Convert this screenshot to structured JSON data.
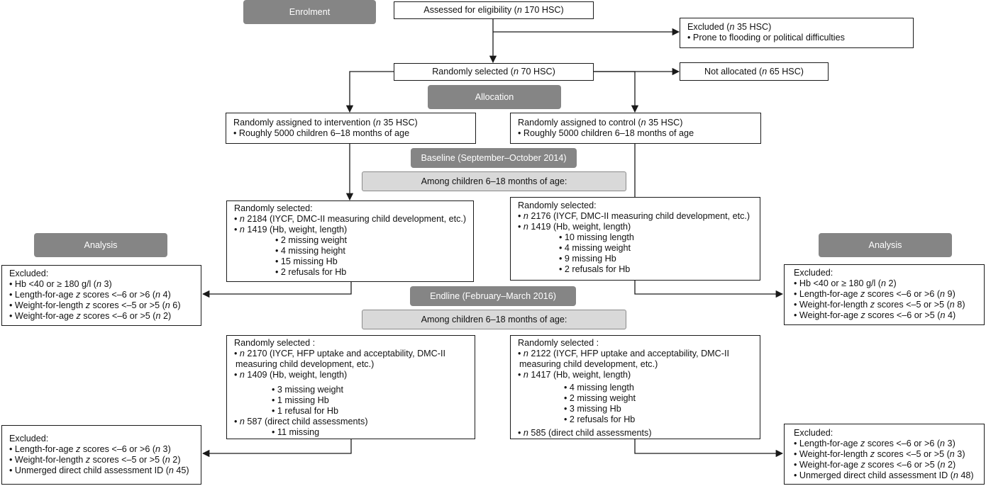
{
  "stages": {
    "enrolment": "Enrolment",
    "allocation": "Allocation",
    "analysis_left": "Analysis",
    "analysis_right": "Analysis",
    "baseline": "Baseline (September–October 2014)",
    "endline": "Endline (February–March 2016)"
  },
  "subheads": {
    "baseline_among": "Among children 6–18 months of age:",
    "endline_among": "Among children 6–18 months of age:"
  },
  "boxes": {
    "assessed": {
      "pre": "Assessed for eligibility (",
      "n": "n",
      "post": " 170 HSC)"
    },
    "excluded_top": {
      "line1_pre": "Excluded (",
      "line1_n": "n",
      "line1_post": " 35 HSC)",
      "bullet": "Prone to flooding or political difficulties"
    },
    "randomly_selected": {
      "pre": "Randomly selected (",
      "n": "n",
      "post": " 70 HSC)"
    },
    "not_allocated": {
      "pre": "Not allocated (",
      "n": "n",
      "post": " 65 HSC)"
    },
    "intervention": {
      "line1_pre": "Randomly assigned to intervention (",
      "line1_n": "n",
      "line1_post": " 35 HSC)",
      "bullet": "Roughly 5000 children 6–18 months of age"
    },
    "control": {
      "line1_pre": "Randomly assigned to control (",
      "line1_n": "n",
      "line1_post": " 35 HSC)",
      "bullet": "Roughly 5000 children 6–18 months of age"
    },
    "base_left": {
      "title": "Randomly selected:",
      "b1_n": "n",
      "b1": " 2184 (IYCF, DMC-II measuring child development, etc.)",
      "b2_n": "n",
      "b2": " 1419 (Hb, weight, length)",
      "sub": [
        "2 missing weight",
        "4 missing height",
        "15 missing Hb",
        "2 refusals for Hb"
      ]
    },
    "base_right": {
      "title": "Randomly selected:",
      "b1_n": "n",
      "b1": " 2176 (IYCF, DMC-II measuring child development, etc.)",
      "b2_n": "n",
      "b2": " 1419 (Hb, weight, length)",
      "sub": [
        "10 missing length",
        "4 missing weight",
        "9 missing Hb",
        "2 refusals for Hb"
      ]
    },
    "excl_base_left": {
      "title": "Excluded:",
      "items": [
        {
          "pre": "Hb <40 or ≥ 180 g/l (",
          "n": "n",
          "post": " 3)"
        },
        {
          "pre": "Length-for-age ",
          "z": "z",
          "mid": " scores <–6  or >6 (",
          "n": "n",
          "post": " 4)"
        },
        {
          "pre": "Weight-for-length ",
          "z": "z",
          "mid": " scores <–5  or >5 (",
          "n": "n",
          "post": " 6)"
        },
        {
          "pre": "Weight-for-age ",
          "z": "z",
          "mid": " scores <–6  or >5  (",
          "n": "n",
          "post": " 2)"
        }
      ]
    },
    "excl_base_right": {
      "title": "Excluded:",
      "items": [
        {
          "pre": "Hb <40 or ≥ 180 g/l (",
          "n": "n",
          "post": " 2)"
        },
        {
          "pre": "Length-for-age ",
          "z": "z",
          "mid": " scores <–6  or >6 (",
          "n": "n",
          "post": " 9)"
        },
        {
          "pre": "Weight-for-length ",
          "z": "z",
          "mid": " scores <–5 or >5 (",
          "n": "n",
          "post": " 8)"
        },
        {
          "pre": "Weight-for-age ",
          "z": "z",
          "mid": " scores <–6  or >5  (",
          "n": "n",
          "post": " 4)"
        }
      ]
    },
    "end_left": {
      "title": "Randomly selected :",
      "b1_n": "n",
      "b1": " 2170 (IYCF, HFP uptake and acceptability, DMC-II",
      "b1_cont": "measuring child development, etc.)",
      "b2_n": "n",
      "b2": " 1409 (Hb, weight, length)",
      "sub": [
        "3 missing weight",
        "1 missing Hb",
        "1 refusal for Hb"
      ],
      "b3_n": "n",
      "b3": " 587 (direct child assessments)",
      "sub2": [
        "11 missing"
      ]
    },
    "end_right": {
      "title": "Randomly selected :",
      "b1_n": "n",
      "b1": " 2122 (IYCF, HFP uptake and acceptability, DMC-II",
      "b1_cont": "measuring child development, etc.)",
      "b2_n": "n",
      "b2": " 1417 (Hb, weight, length)",
      "sub": [
        "4 missing length",
        "2 missing weight",
        "3 missing Hb",
        "2 refusals for Hb"
      ],
      "b3_n": "n",
      "b3": " 585 (direct child assessments)"
    },
    "excl_end_left": {
      "title": "Excluded:",
      "items": [
        {
          "pre": "Length-for-age ",
          "z": "z",
          "mid": " scores <–6  or >6 (",
          "n": "n",
          "post": " 3)"
        },
        {
          "pre": "Weight-for-length ",
          "z": "z",
          "mid": " scores <–5 or >5 (",
          "n": "n",
          "post": " 2)"
        },
        {
          "pre": "Unmerged direct child assessment ID (",
          "n": "n",
          "post": " 45)"
        }
      ]
    },
    "excl_end_right": {
      "title": "Excluded:",
      "items": [
        {
          "pre": "Length-for-age ",
          "z": "z",
          "mid": " scores <–6  or >6 (",
          "n": "n",
          "post": " 3)"
        },
        {
          "pre": "Weight-for-length ",
          "z": "z",
          "mid": " scores <–5 or >5 (",
          "n": "n",
          "post": " 3)"
        },
        {
          "pre": "Weight-for-age ",
          "z": "z",
          "mid": " scores <–6  or >5  (",
          "n": "n",
          "post": " 2)"
        },
        {
          "pre": "Unmerged direct child assessment ID (",
          "n": "n",
          "post": " 48)"
        }
      ]
    }
  },
  "colors": {
    "stage_bg": "#858585",
    "subhead_bg": "#d9d9d9",
    "line": "#1a1a1a"
  }
}
